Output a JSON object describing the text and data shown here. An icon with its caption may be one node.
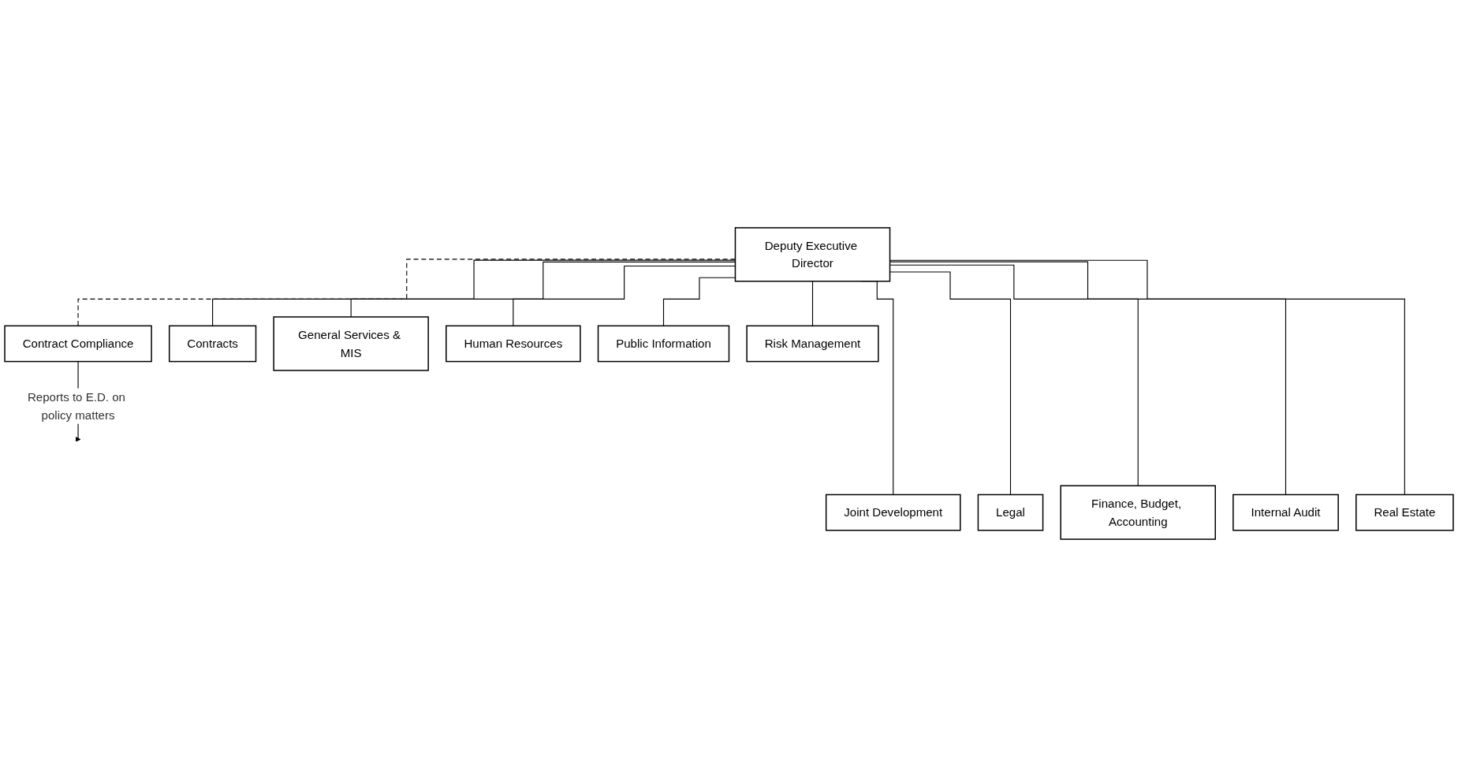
{
  "diagram": {
    "nodes": [
      {
        "text": [
          "Deputy Executive Director"
        ]
      },
      {
        "text": [
          "Contract Compliance"
        ]
      },
      {
        "text": [
          "Contracts"
        ]
      },
      {
        "text": [
          "General Services & MIS"
        ]
      },
      {
        "text": [
          "Human Resources"
        ]
      },
      {
        "text": [
          "Public Information"
        ]
      },
      {
        "text": [
          "Risk Management"
        ]
      },
      {
        "text": [
          "Joint Development"
        ]
      },
      {
        "text": [
          "Legal"
        ]
      },
      {
        "text": [
          "Finance, Budget, Accounting"
        ]
      },
      {
        "text": [
          "Internal Audit"
        ]
      },
      {
        "text": [
          "Real Estate"
        ]
      }
    ],
    "edges": [
      {
        "from": 0,
        "to": 1,
        "arrow": "none",
        "style": "dashed"
      },
      {
        "from": 0,
        "to": 2,
        "arrow": "none"
      },
      {
        "from": 0,
        "to": 3,
        "arrow": "none"
      },
      {
        "from": 0,
        "to": 4,
        "arrow": "none"
      },
      {
        "from": 0,
        "to": 5,
        "arrow": "none"
      },
      {
        "from": 0,
        "to": 6,
        "arrow": "none"
      },
      {
        "from": 0,
        "to": 7,
        "arrow": "none"
      },
      {
        "from": 0,
        "to": 8,
        "arrow": "none"
      },
      {
        "from": 0,
        "to": 9,
        "arrow": "none"
      },
      {
        "from": 0,
        "to": 10,
        "arrow": "none"
      },
      {
        "from": 0,
        "to": 11,
        "arrow": "none"
      },
      {
        "from": 1,
        "to": null,
        "arrow": "to",
        "label": "Reports to E.D. on policy matters"
      }
    ]
  }
}
